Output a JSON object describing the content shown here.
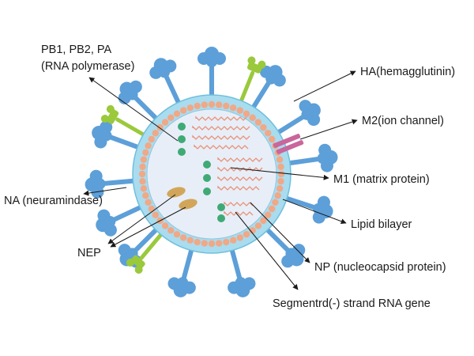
{
  "labels": {
    "polymerase_line1": "PB1, PB2, PA",
    "polymerase_line2": "(RNA polymerase)",
    "ha": "HA(hemagglutinin)",
    "m2": "M2(ion channel)",
    "m1": "M1 (matrix protein)",
    "na": "NA (neuramindase)",
    "lipid": "Lipid bilayer",
    "nep": "NEP",
    "np": "NP (nucleocapsid protein)",
    "rna": "Segmentrd(-) strand RNA gene"
  },
  "colors": {
    "envelope": "#a9dcef",
    "envelope_edge": "#6fbfdc",
    "interior": "#e8eef7",
    "lipid_beads": "#f0a887",
    "spike": "#5d9fd8",
    "spike_dark": "#3d7fbf",
    "na_green": "#9ac93c",
    "m2_pink": "#c9669c",
    "nep_tan": "#d2a65a",
    "np_dot": "#3faa76",
    "rna_wave": "#e8937a",
    "text": "#1a1a1a"
  }
}
